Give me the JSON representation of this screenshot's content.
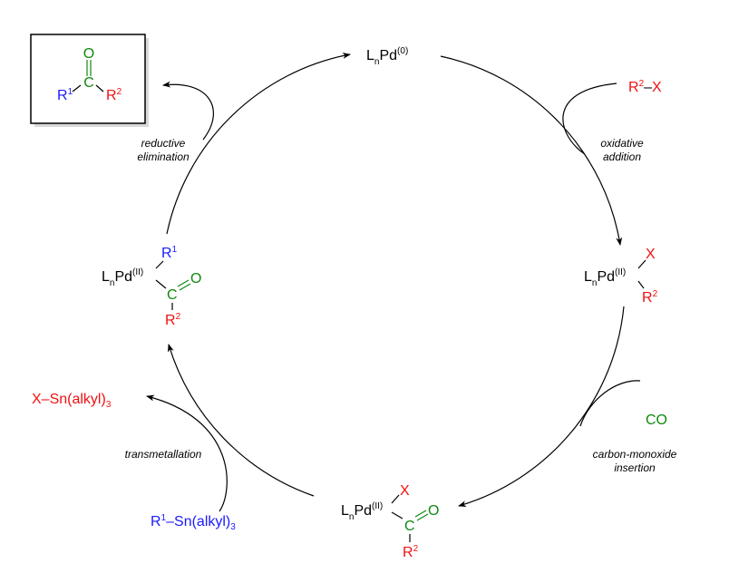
{
  "colors": {
    "black": "#000000",
    "blue": "#1a1aff",
    "red": "#ee1111",
    "green": "#118811"
  },
  "species": {
    "pd0": {
      "L": "L",
      "n": "n",
      "Pd": "Pd",
      "ox": "(0)"
    },
    "pd_ox": {
      "L": "L",
      "n": "n",
      "Pd": "Pd",
      "ox": "(II)",
      "X": "X",
      "R": "R",
      "two": "2"
    },
    "pd_acyl": {
      "L": "L",
      "n": "n",
      "Pd": "Pd",
      "ox": "(II)",
      "X": "X",
      "C": "C",
      "O": "O",
      "R": "R",
      "two": "2"
    },
    "pd_trans": {
      "L": "L",
      "n": "n",
      "Pd": "Pd",
      "ox": "(II)",
      "R": "R",
      "one": "1",
      "C": "C",
      "O": "O",
      "two": "2"
    }
  },
  "product": {
    "O": "O",
    "C": "C",
    "R": "R",
    "one": "1",
    "two": "2"
  },
  "reagents": {
    "r2x": {
      "R": "R",
      "two": "2",
      "dash": "–",
      "X": "X"
    },
    "co": "CO",
    "r1sn": {
      "R": "R",
      "one": "1",
      "rest": "–Sn(alkyl)",
      "three": "3"
    },
    "xsn": {
      "X": "X",
      "rest": "–Sn(alkyl)",
      "three": "3"
    }
  },
  "steps": {
    "oxidative": [
      "oxidative",
      "addition"
    ],
    "co_insertion": [
      "carbon-monoxide",
      "insertion"
    ],
    "transmetallation": [
      "transmetallation"
    ],
    "reductive": [
      "reductive",
      "elimination"
    ]
  }
}
